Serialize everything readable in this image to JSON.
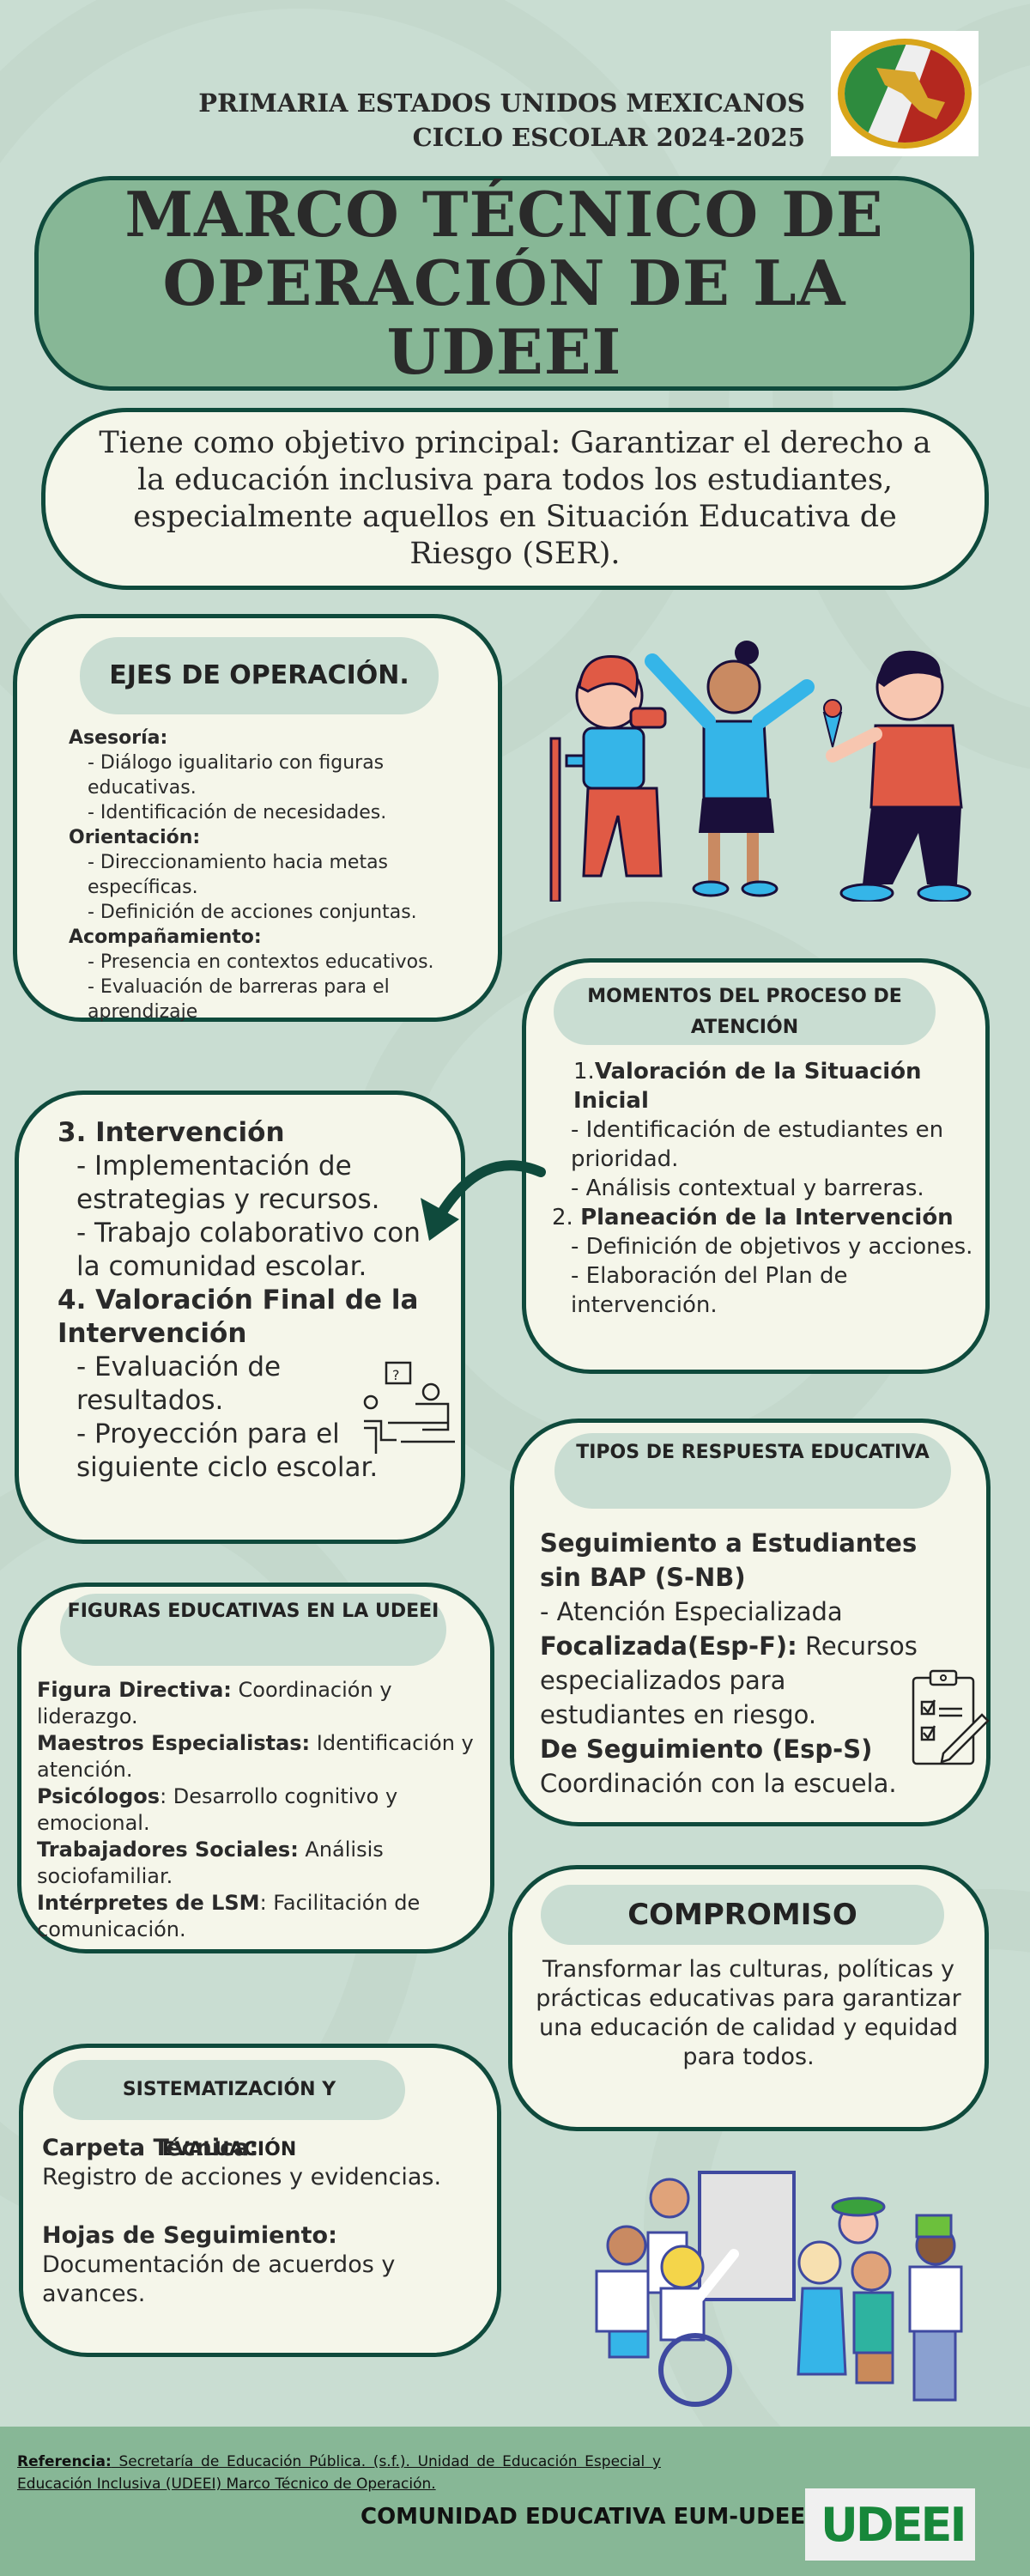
{
  "header": {
    "school_line1": "PRIMARIA ESTADOS UNIDOS MEXICANOS",
    "school_line2": "CICLO ESCOLAR 2024-2025",
    "logo": "school-emblem-mexico-map"
  },
  "title": {
    "line1": "MARCO TÉCNICO DE",
    "line2": "OPERACIÓN DE LA UDEEI"
  },
  "objective": "Tiene como objetivo principal: Garantizar el derecho a la educación inclusiva para todos los estudiantes, especialmente aquellos en Situación Educativa de Riesgo (SER).",
  "ejes": {
    "heading": "EJES DE OPERACIÓN.",
    "groups": [
      {
        "label": "Asesoría:",
        "items": [
          "- Diálogo igualitario con figuras educativas.",
          "- Identificación de necesidades."
        ]
      },
      {
        "label": "Orientación:",
        "items": [
          "- Direccionamiento hacia metas específicas.",
          "- Definición de acciones conjuntas."
        ]
      },
      {
        "label": "Acompañamiento:",
        "items": [
          "- Presencia en contextos educativos.",
          "- Evaluación de barreras para el aprendizaje"
        ]
      }
    ]
  },
  "momentos": {
    "heading": "MOMENTOS DEL PROCESO DE ATENCIÓN",
    "steps": [
      {
        "num": "1.",
        "title": "Valoración de la Situación Inicial",
        "items": [
          "- Identificación de estudiantes en prioridad.",
          "- Análisis contextual y barreras."
        ]
      },
      {
        "num": "2.",
        "title": "Planeación de la Intervención",
        "items": [
          "- Definición de objetivos y acciones.",
          "- Elaboración del Plan de intervención."
        ]
      }
    ]
  },
  "intervencion": {
    "steps": [
      {
        "title": "3. Intervención",
        "items": [
          "- Implementación de estrategias y recursos.",
          "- Trabajo colaborativo con la comunidad escolar."
        ]
      },
      {
        "title": "4. Valoración Final de la Intervención",
        "items": [
          "- Evaluación de resultados.",
          "- Proyección para el siguiente ciclo escolar."
        ]
      }
    ]
  },
  "tipos": {
    "heading": "TIPOS DE RESPUESTA EDUCATIVA",
    "t1_bold": "Seguimiento a Estudiantes sin BAP (S-NB)",
    "t1_text": "- Atención Especializada",
    "t2_bold": "Focalizada(Esp-F):",
    "t2_text": " Recursos especializados para estudiantes en riesgo.",
    "t3_bold": "De Seguimiento (Esp-S)",
    "t3_text": "Coordinación con la escuela."
  },
  "figuras": {
    "heading": "FIGURAS EDUCATIVAS EN LA UDEEI",
    "items": [
      {
        "bold": "Figura Directiva:",
        "text": " Coordinación y liderazgo."
      },
      {
        "bold": "Maestros Especialistas:",
        "text": " Identificación y atención."
      },
      {
        "bold": "Psicólogos",
        "text": ": Desarrollo cognitivo y emocional."
      },
      {
        "bold": "Trabajadores Sociales:",
        "text": " Análisis sociofamiliar."
      },
      {
        "bold": "Intérpretes de LSM",
        "text": ": Facilitación de comunicación."
      }
    ]
  },
  "compromiso": {
    "heading": "COMPROMISO",
    "text": "Transformar las culturas, políticas y prácticas educativas para garantizar una educación de calidad y equidad para todos."
  },
  "sistematizacion": {
    "heading": "SISTEMATIZACIÓN Y EVALUACIÓN",
    "items": [
      {
        "bold": "Carpeta Técnica:",
        "text": "Registro de acciones y evidencias."
      },
      {
        "bold": "Hojas de Seguimiento:",
        "text": "Documentación de acuerdos y avances."
      }
    ]
  },
  "footer": {
    "ref_label": "Referencia:",
    "ref_text": " Secretaría de Educación Pública. (s.f.). Unidad de Educación Especial y Educación Inclusiva (UDEEI) Marco Técnico de Operación.",
    "community": "COMUNIDAD EDUCATIVA EUM-UDEEI",
    "logo_text": "UDEEI"
  },
  "colors": {
    "background": "#c9ddd2",
    "title_fill": "#87b796",
    "box_fill": "#f5f6ea",
    "border": "#0f4a3c",
    "pill": "#c9ddd2",
    "footer": "#87b796"
  }
}
